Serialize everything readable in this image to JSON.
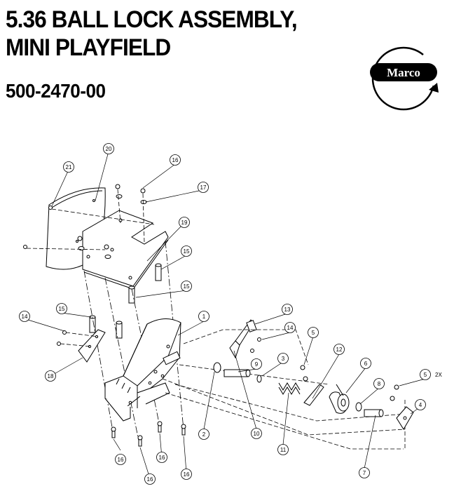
{
  "header": {
    "title": "5.36 BALL LOCK ASSEMBLY, MINI PLAYFIELD",
    "part_number": "500-2470-00"
  },
  "logo": {
    "text": "Marco",
    "icon": "marco-logo"
  },
  "diagram": {
    "callouts": [
      {
        "id": "c1",
        "label": "1"
      },
      {
        "id": "c2",
        "label": "2"
      },
      {
        "id": "c3",
        "label": "3"
      },
      {
        "id": "c4",
        "label": "4"
      },
      {
        "id": "c5a",
        "label": "5"
      },
      {
        "id": "c5b",
        "label": "5"
      },
      {
        "id": "c6",
        "label": "6"
      },
      {
        "id": "c7",
        "label": "7"
      },
      {
        "id": "c8",
        "label": "8"
      },
      {
        "id": "c9",
        "label": "9"
      },
      {
        "id": "c10",
        "label": "10"
      },
      {
        "id": "c11",
        "label": "11"
      },
      {
        "id": "c12",
        "label": "12"
      },
      {
        "id": "c13",
        "label": "13"
      },
      {
        "id": "c14a",
        "label": "14"
      },
      {
        "id": "c14b",
        "label": "14"
      },
      {
        "id": "c15a",
        "label": "15"
      },
      {
        "id": "c15b",
        "label": "15"
      },
      {
        "id": "c15c",
        "label": "15"
      },
      {
        "id": "c16a",
        "label": "16"
      },
      {
        "id": "c16b",
        "label": "16"
      },
      {
        "id": "c16c",
        "label": "16"
      },
      {
        "id": "c16d",
        "label": "16"
      },
      {
        "id": "c16e",
        "label": "16"
      },
      {
        "id": "c17",
        "label": "17"
      },
      {
        "id": "c18",
        "label": "18"
      },
      {
        "id": "c19",
        "label": "19"
      },
      {
        "id": "c20",
        "label": "20"
      },
      {
        "id": "c21",
        "label": "21"
      }
    ],
    "qty_note": "2X"
  }
}
